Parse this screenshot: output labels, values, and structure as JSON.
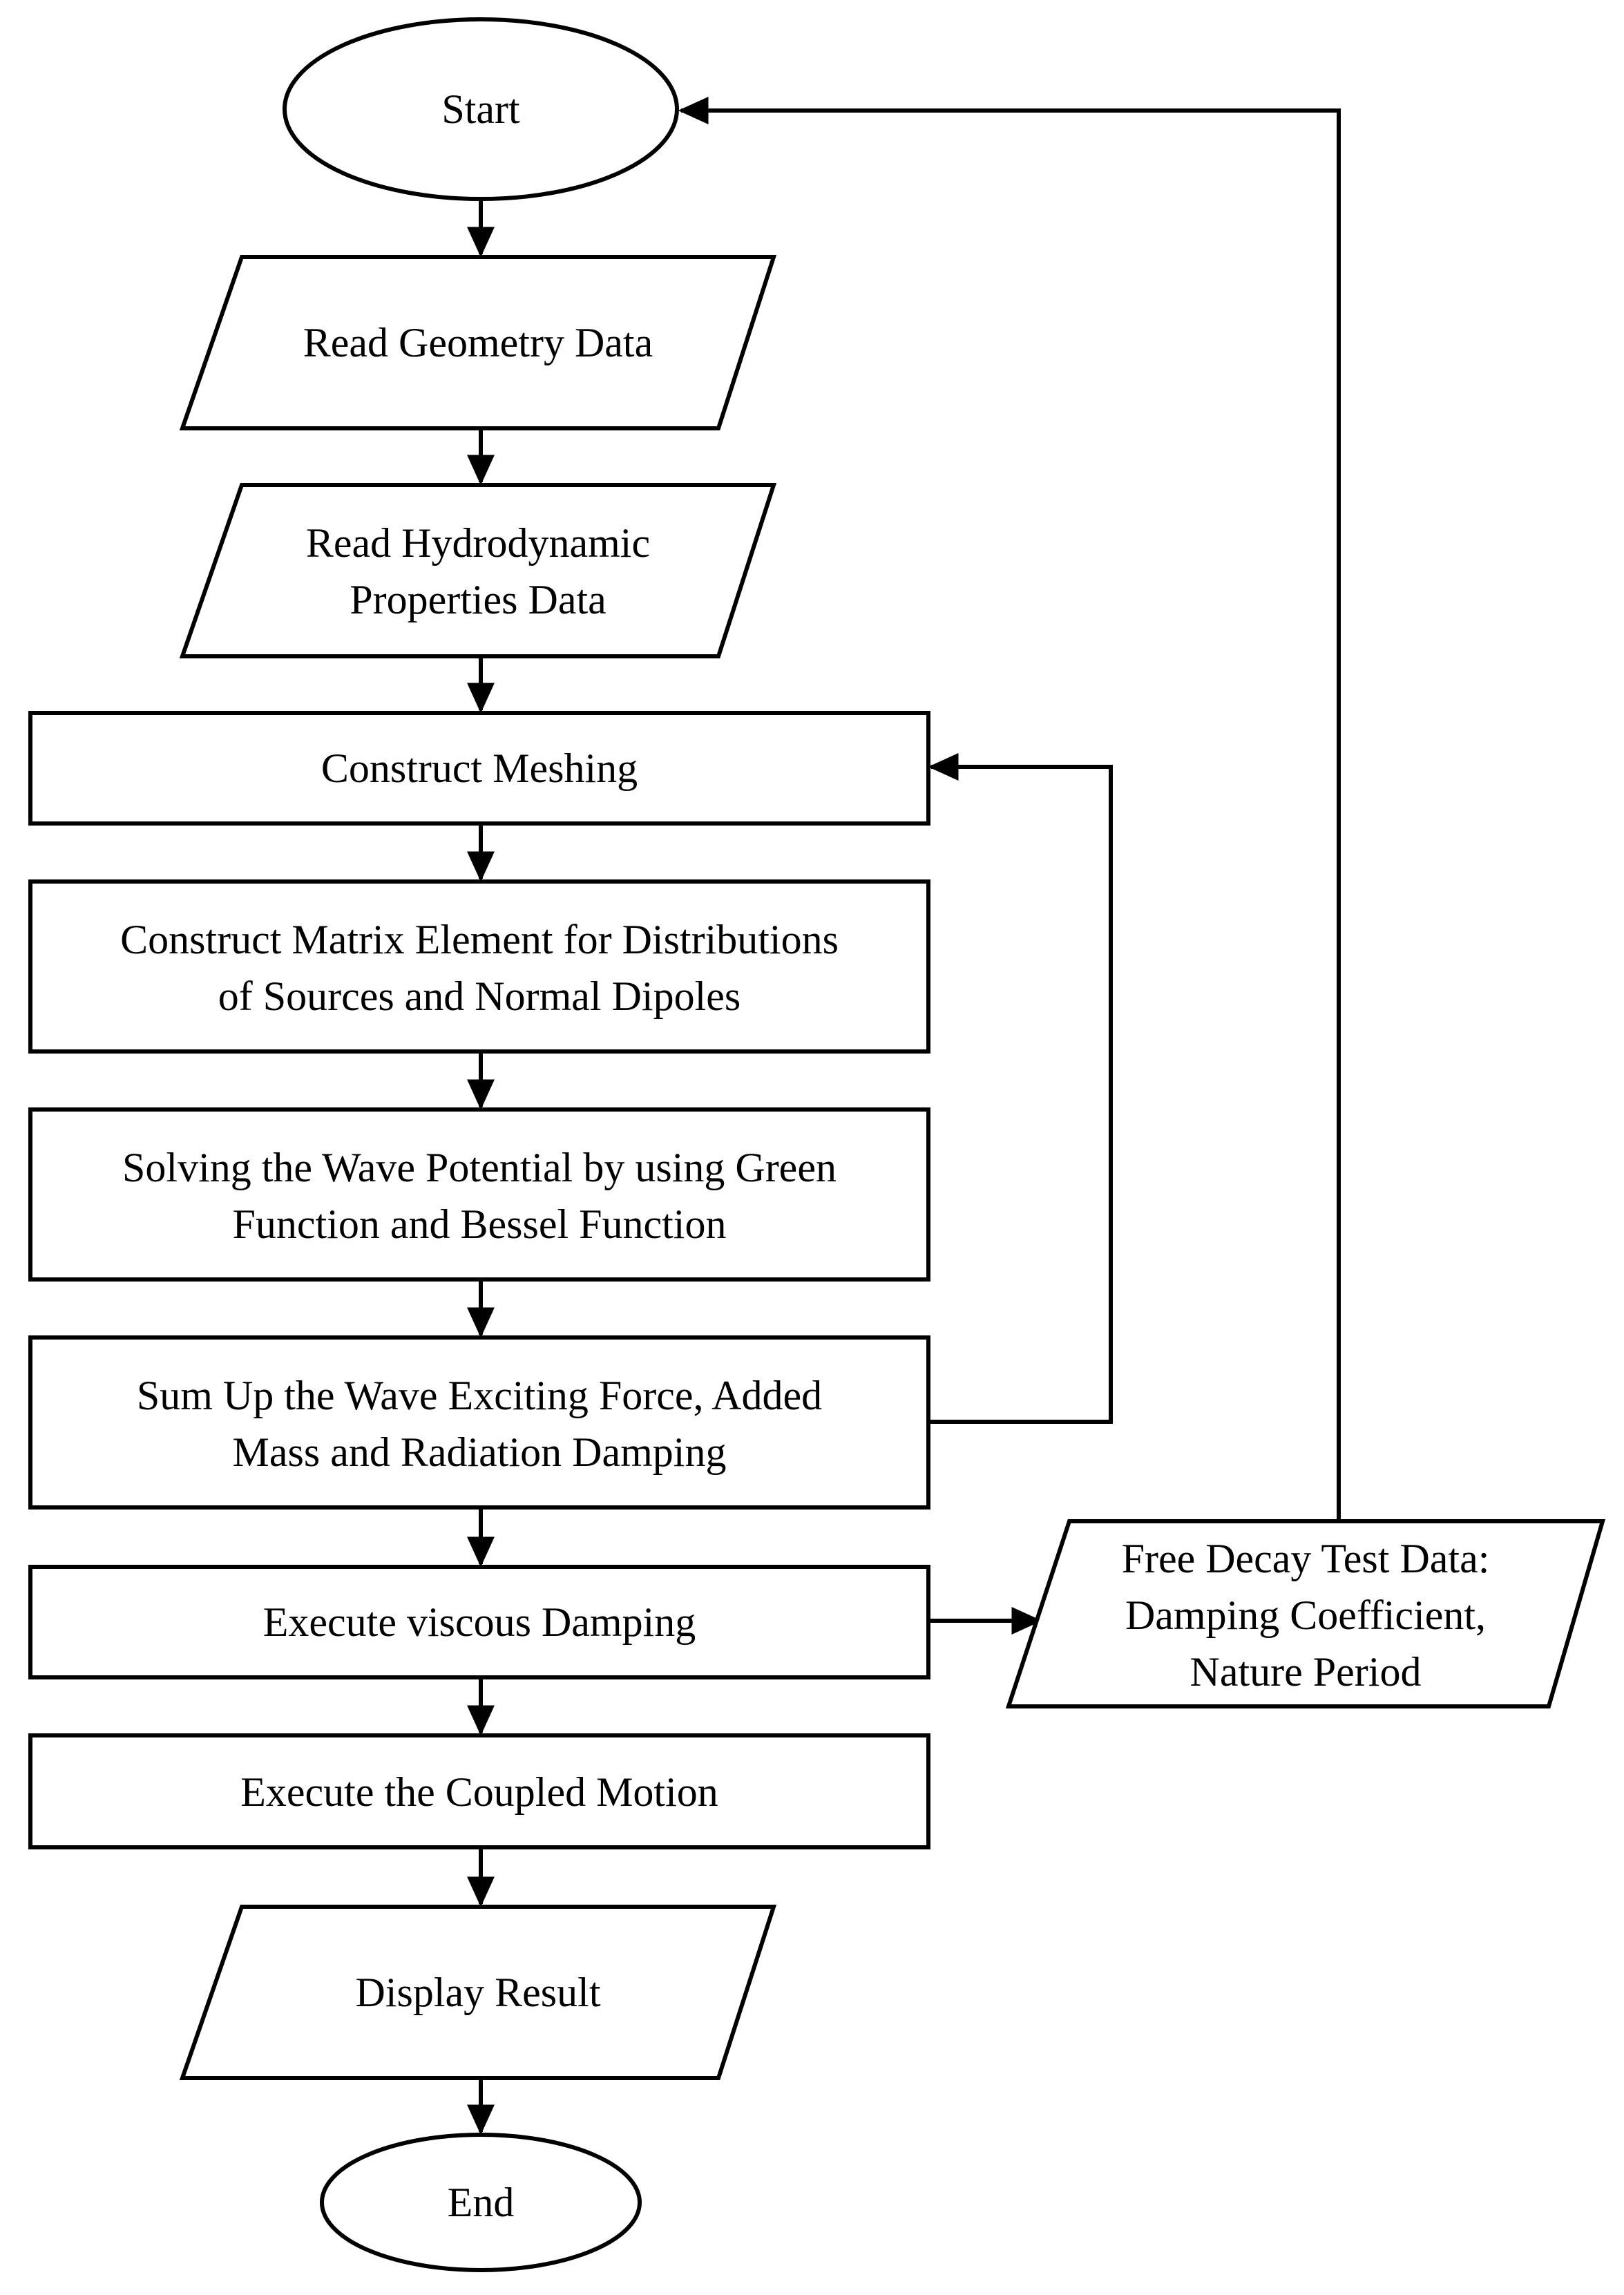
{
  "nodes": {
    "start": {
      "line1": "Start"
    },
    "read_geometry": {
      "line1": "Read Geometry Data"
    },
    "read_hydro": {
      "line1": "Read Hydrodynamic",
      "line2": "Properties Data"
    },
    "construct_meshing": {
      "line1": "Construct Meshing"
    },
    "construct_matrix": {
      "line1": "Construct Matrix Element for Distributions",
      "line2": "of Sources and Normal Dipoles"
    },
    "solve_wave": {
      "line1": "Solving the Wave Potential by using Green",
      "line2": "Function and Bessel Function"
    },
    "sum_up": {
      "line1": "Sum Up the Wave Exciting Force, Added",
      "line2": "Mass and Radiation Damping"
    },
    "viscous_damping": {
      "line1": "Execute viscous Damping"
    },
    "free_decay": {
      "line1": "Free Decay Test Data:",
      "line2": "Damping Coefficient,",
      "line3": "Nature Period"
    },
    "coupled_motion": {
      "line1": "Execute the Coupled Motion"
    },
    "display_result": {
      "line1": "Display Result"
    },
    "end": {
      "line1": "End"
    }
  },
  "edges": [
    {
      "from": "start",
      "to": "read_geometry"
    },
    {
      "from": "read_geometry",
      "to": "read_hydro"
    },
    {
      "from": "read_hydro",
      "to": "construct_meshing"
    },
    {
      "from": "construct_meshing",
      "to": "construct_matrix"
    },
    {
      "from": "construct_matrix",
      "to": "solve_wave"
    },
    {
      "from": "solve_wave",
      "to": "sum_up"
    },
    {
      "from": "sum_up",
      "to": "construct_meshing"
    },
    {
      "from": "sum_up",
      "to": "viscous_damping"
    },
    {
      "from": "viscous_damping",
      "to": "free_decay"
    },
    {
      "from": "free_decay",
      "to": "start"
    },
    {
      "from": "viscous_damping",
      "to": "coupled_motion"
    },
    {
      "from": "coupled_motion",
      "to": "display_result"
    },
    {
      "from": "display_result",
      "to": "end"
    }
  ],
  "colors": {
    "stroke": "#000000",
    "fill": "#ffffff",
    "text": "#000000"
  }
}
